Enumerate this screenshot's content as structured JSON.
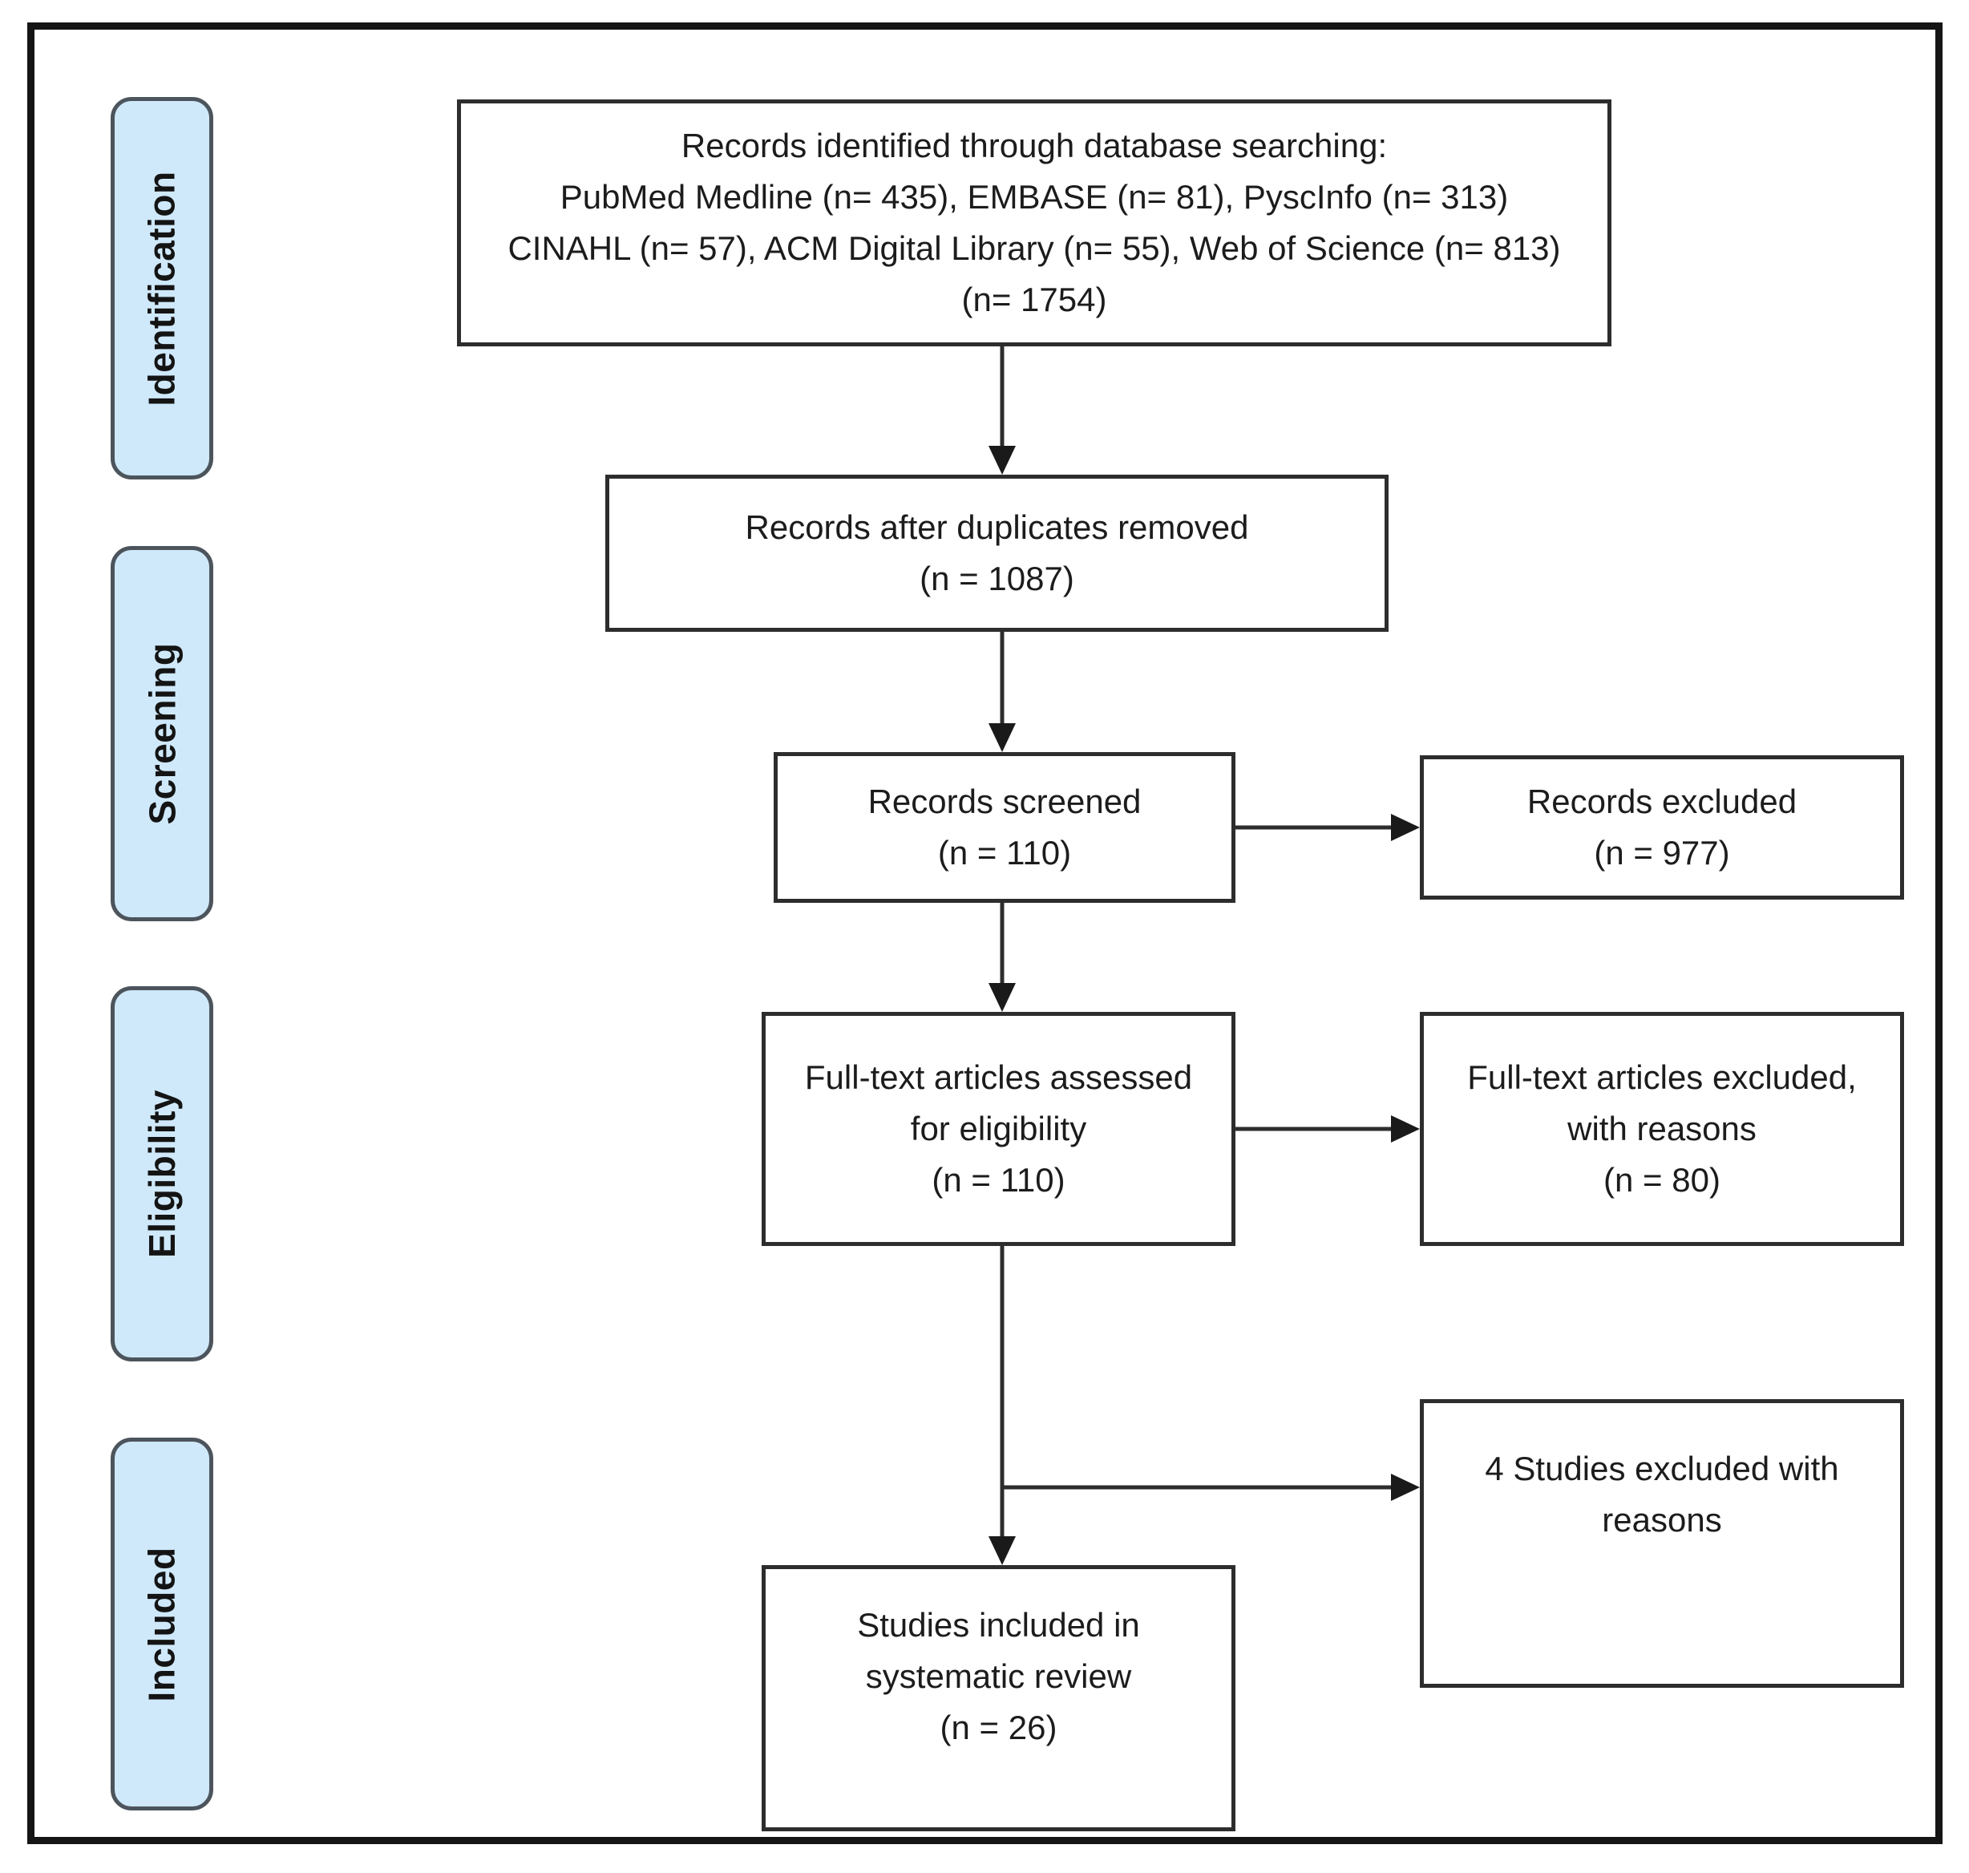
{
  "stages": [
    {
      "label": "Identification"
    },
    {
      "label": "Screening"
    },
    {
      "label": "Eligibility"
    },
    {
      "label": "Included"
    }
  ],
  "boxes": {
    "records_identified": {
      "lines": [
        "Records identified through database searching:",
        "PubMed Medline (n= 435), EMBASE (n= 81), PyscInfo (n= 313)",
        "CINAHL (n= 57), ACM Digital Library (n= 55), Web of Science (n= 813)",
        "(n= 1754)"
      ]
    },
    "duplicates_removed": {
      "lines": [
        "Records after duplicates removed",
        "(n = 1087)"
      ]
    },
    "records_screened": {
      "lines": [
        "Records screened",
        "(n = 110)"
      ]
    },
    "records_excluded": {
      "lines": [
        "Records excluded",
        "(n = 977)"
      ]
    },
    "fulltext_assessed": {
      "lines": [
        "Full-text articles assessed",
        "for eligibility",
        "(n = 110)"
      ]
    },
    "fulltext_excluded": {
      "lines": [
        "Full-text articles excluded,",
        "with reasons",
        "(n = 80)"
      ]
    },
    "studies_excluded": {
      "lines": [
        "4 Studies excluded with",
        "reasons"
      ]
    },
    "studies_included": {
      "lines": [
        "Studies included in",
        "systematic review",
        "(n = 26)"
      ]
    }
  },
  "colors": {
    "stage_fill": "#cfe9fb",
    "stage_border": "#4c545c",
    "box_border": "#2d2d2d",
    "arrow": "#1a1a1a",
    "frame": "#151515",
    "text": "#1c1c1c"
  }
}
